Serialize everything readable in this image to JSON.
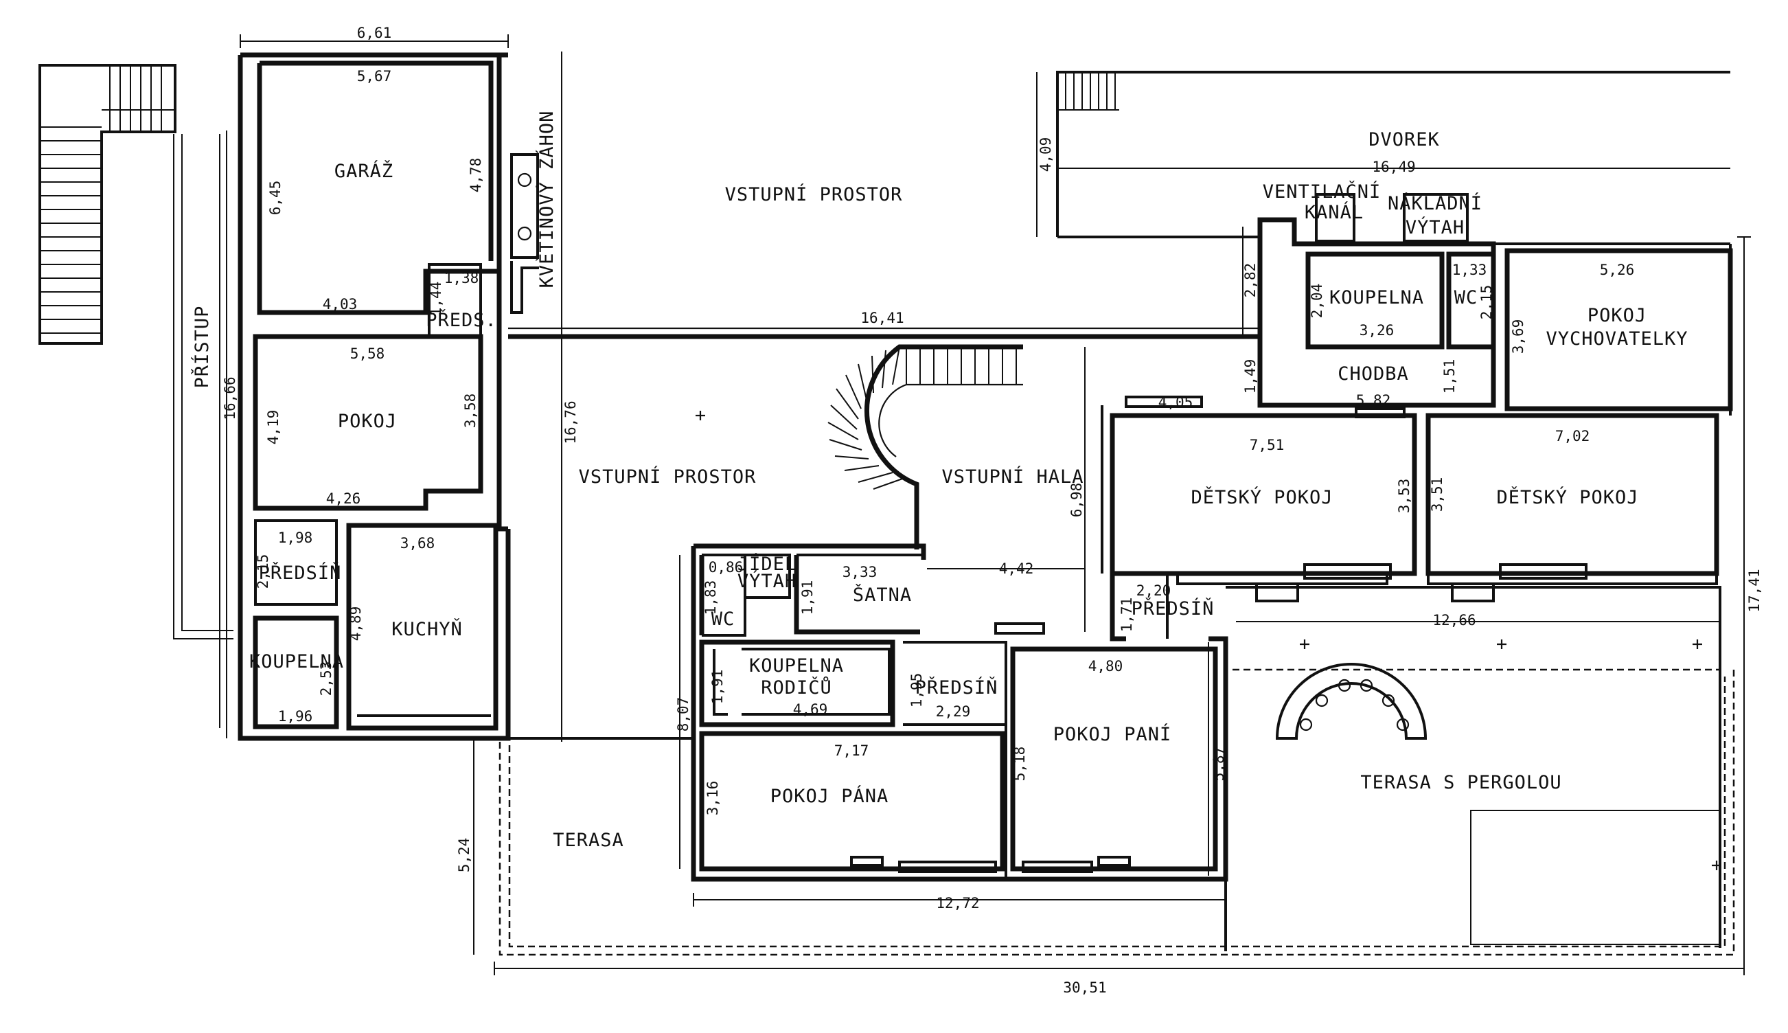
{
  "rooms": {
    "garaz": "GARÁŽ",
    "vstupni_prostor_top": "VSTUPNÍ PROSTOR",
    "dvorek": "DVOREK",
    "ventilacni": "VENTILAČNÍ",
    "kanal": "KANÁL",
    "nakladni": "NÁKLADNÍ",
    "vytah": "VÝTAH",
    "kvetinovy_zahon": "KVĚTINOVÝ ZÁHON",
    "pristup": "PŘÍSTUP",
    "predsin_small": "PŘEDS.",
    "koupelna_top": "KOUPELNA",
    "wc_top": "WC",
    "pokoj_vychovatelky_1": "POKOJ",
    "pokoj_vychovatelky_2": "VYCHOVATELKY",
    "chodba": "CHODBA",
    "pokoj": "POKOJ",
    "vstupni_prostor_mid": "VSTUPNÍ PROSTOR",
    "vstupni_hala": "VSTUPNÍ HALA",
    "detsky_pokoj_1": "DĚTSKÝ POKOJ",
    "detsky_pokoj_2": "DĚTSKÝ POKOJ",
    "predsin_left": "PŘEDSÍŇ",
    "kuchyn": "KUCHYŇ",
    "koupelna_left": "KOUPELNA",
    "wc_mid": "WC",
    "jidel_1": "JÍDEL",
    "jidel_2": "VÝTAH",
    "satna": "ŠATNA",
    "predsin_right": "PŘEDSÍŇ",
    "koupelna_rodicu_1": "KOUPELNA",
    "koupelna_rodicu_2": "RODIČŮ",
    "predsin_mid": "PŘEDSÍŇ",
    "pokoj_pani": "POKOJ PANÍ",
    "pokoj_pana": "POKOJ PÁNA",
    "terasa": "TERASA",
    "terasa_pergola": "TERASA S PERGOLOU"
  },
  "dims": {
    "d_661": "6,61",
    "d_567": "5,67",
    "d_645": "6,45",
    "d_478": "4,78",
    "d_403": "4,03",
    "d_138": "1,38",
    "d_144": "1,44",
    "d_1641": "16,41",
    "d_1676": "16,76",
    "d_1666": "16,66",
    "d_409": "4,09",
    "d_1649": "16,49",
    "d_282": "2,82",
    "d_204": "2,04",
    "d_326": "3,26",
    "d_133": "1,33",
    "d_215": "2,15",
    "d_526": "5,26",
    "d_369": "3,69",
    "d_149": "1,49",
    "d_151": "1,51",
    "d_405": "4,05",
    "d_582": "5,82",
    "d_558": "5,58",
    "d_419": "4,19",
    "d_358": "3,58",
    "d_426": "4,26",
    "d_751": "7,51",
    "d_702": "7,02",
    "d_353": "3,53",
    "d_351": "3,51",
    "d_698": "6,98",
    "d_198": "1,98",
    "d_368": "3,68",
    "d_215b": "2,15",
    "d_489": "4,89",
    "d_253": "2,53",
    "d_196": "1,96",
    "d_086": "0,86",
    "d_183": "1,83",
    "d_333": "3,33",
    "d_191a": "1,91",
    "d_442": "4,42",
    "d_220": "2,20",
    "d_171": "1,71",
    "d_1266": "12,66",
    "d_1741": "17,41",
    "d_480": "4,80",
    "d_807": "8,07",
    "d_191b": "1,91",
    "d_469": "4,69",
    "d_195": "1,95",
    "d_229": "2,29",
    "d_717": "7,17",
    "d_316": "3,16",
    "d_518": "5,18",
    "d_587": "5,87",
    "d_524": "5,24",
    "d_1272": "12,72",
    "d_3051": "30,51"
  }
}
